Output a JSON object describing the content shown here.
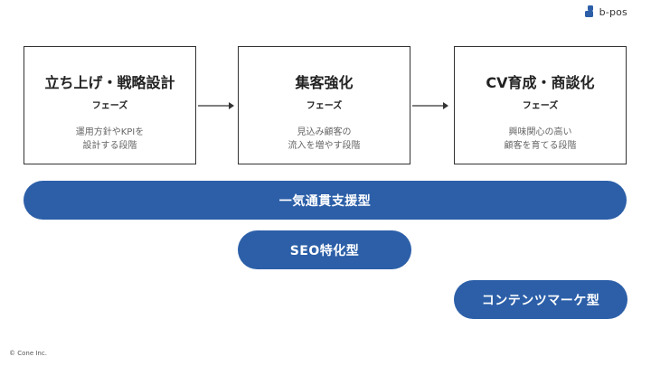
{
  "brand": {
    "logo_text": "b-pos",
    "accent": "#2c5fa8"
  },
  "phases": [
    {
      "title": "立ち上げ・戦略設計",
      "subtitle": "フェーズ",
      "desc": [
        "運用方針やKPIを",
        "設計する段階"
      ]
    },
    {
      "title": "集客強化",
      "subtitle": "フェーズ",
      "desc": [
        "見込み顧客の",
        "流入を増やす段階"
      ]
    },
    {
      "title": "CV育成・商談化",
      "subtitle": "フェーズ",
      "desc": [
        "興味関心の高い",
        "顧客を育てる段階"
      ]
    }
  ],
  "support_types": [
    {
      "label": "一気通貫支援型",
      "spans_phases": [
        1,
        2,
        3
      ]
    },
    {
      "label": "SEO特化型",
      "spans_phases": [
        2
      ]
    },
    {
      "label": "コンテンツマーケ型",
      "spans_phases": [
        3
      ]
    }
  ],
  "footer": {
    "copyright": "© Cone Inc."
  }
}
